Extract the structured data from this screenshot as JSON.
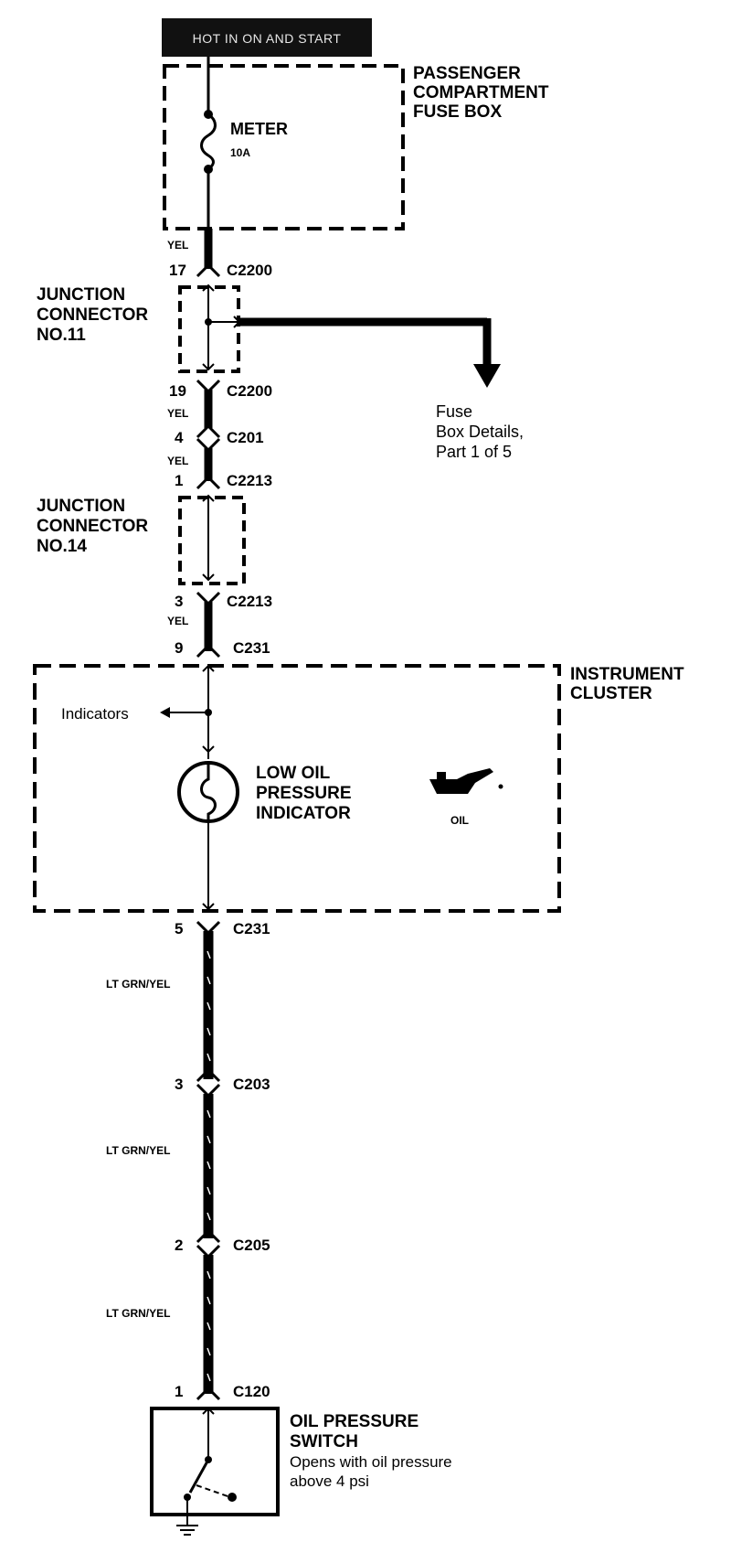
{
  "power_source": {
    "label": "HOT IN ON AND START"
  },
  "fuse_box": {
    "title_lines": [
      "PASSENGER",
      "COMPARTMENT",
      "FUSE BOX"
    ],
    "fuse_name": "METER",
    "fuse_rating": "10A"
  },
  "junction_connector_11": {
    "lines": [
      "JUNCTION",
      "CONNECTOR",
      "NO.11"
    ]
  },
  "junction_connector_14": {
    "lines": [
      "JUNCTION",
      "CONNECTOR",
      "NO.14"
    ]
  },
  "fuse_box_ref": {
    "lines": [
      "Fuse",
      "Box Details,",
      "Part 1 of 5"
    ]
  },
  "instrument_cluster": {
    "title_lines": [
      "INSTRUMENT",
      "CLUSTER"
    ],
    "indicators_label": "Indicators",
    "indicator_lines": [
      "LOW OIL",
      "PRESSURE",
      "INDICATOR"
    ],
    "oil_symbol_label": "OIL"
  },
  "oil_pressure_switch": {
    "title_lines": [
      "OIL PRESSURE",
      "SWITCH"
    ],
    "desc_lines": [
      "Opens with oil pressure",
      "above 4 psi"
    ]
  },
  "wires": {
    "yel_1": "YEL",
    "yel_2": "YEL",
    "yel_3": "YEL",
    "yel_4": "YEL",
    "ltgrn_1": "LT GRN/YEL",
    "ltgrn_2": "LT GRN/YEL",
    "ltgrn_3": "LT GRN/YEL"
  },
  "connectors": [
    {
      "pin": "17",
      "name": "C2200"
    },
    {
      "pin": "19",
      "name": "C2200"
    },
    {
      "pin": "4",
      "name": "C201"
    },
    {
      "pin": "1",
      "name": "C2213"
    },
    {
      "pin": "3",
      "name": "C2213"
    },
    {
      "pin": "9",
      "name": "C231"
    },
    {
      "pin": "5",
      "name": "C231"
    },
    {
      "pin": "3",
      "name": "C203"
    },
    {
      "pin": "2",
      "name": "C205"
    },
    {
      "pin": "1",
      "name": "C120"
    }
  ],
  "colors": {
    "ink": "#000000",
    "background": "#ffffff",
    "header_bg": "#111111",
    "header_text": "#e8e8e8"
  }
}
